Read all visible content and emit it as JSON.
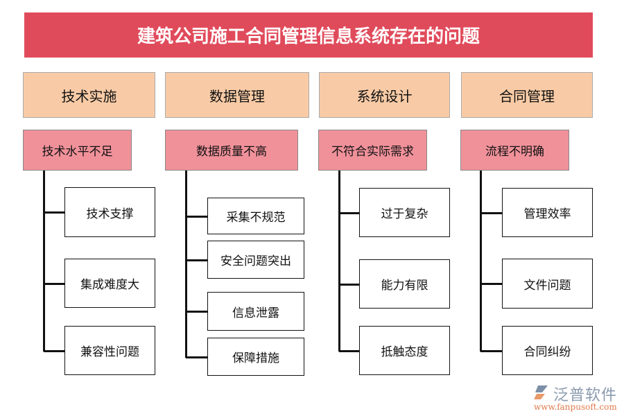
{
  "title": "建筑公司施工合同管理信息系统存在的问题",
  "columns": [
    {
      "header": "技术实施",
      "problem": "技术水平不足",
      "items": [
        "技术支撑",
        "集成难度大",
        "兼容性问题"
      ]
    },
    {
      "header": "数据管理",
      "problem": "数据质量不高",
      "items": [
        "采集不规范",
        "安全问题突出",
        "信息泄露",
        "保障措施"
      ]
    },
    {
      "header": "系统设计",
      "problem": "不符合实际需求",
      "items": [
        "过于复杂",
        "能力有限",
        "抵触态度"
      ]
    },
    {
      "header": "合同管理",
      "problem": "流程不明确",
      "items": [
        "管理效率",
        "文件问题",
        "合同纠纷"
      ]
    }
  ],
  "logo": {
    "name": "泛普软件",
    "url": "www.fanpusoft.com"
  },
  "colors": {
    "title": "#e04b5b",
    "header": "#f8cba6",
    "problem": "#f0919a"
  }
}
